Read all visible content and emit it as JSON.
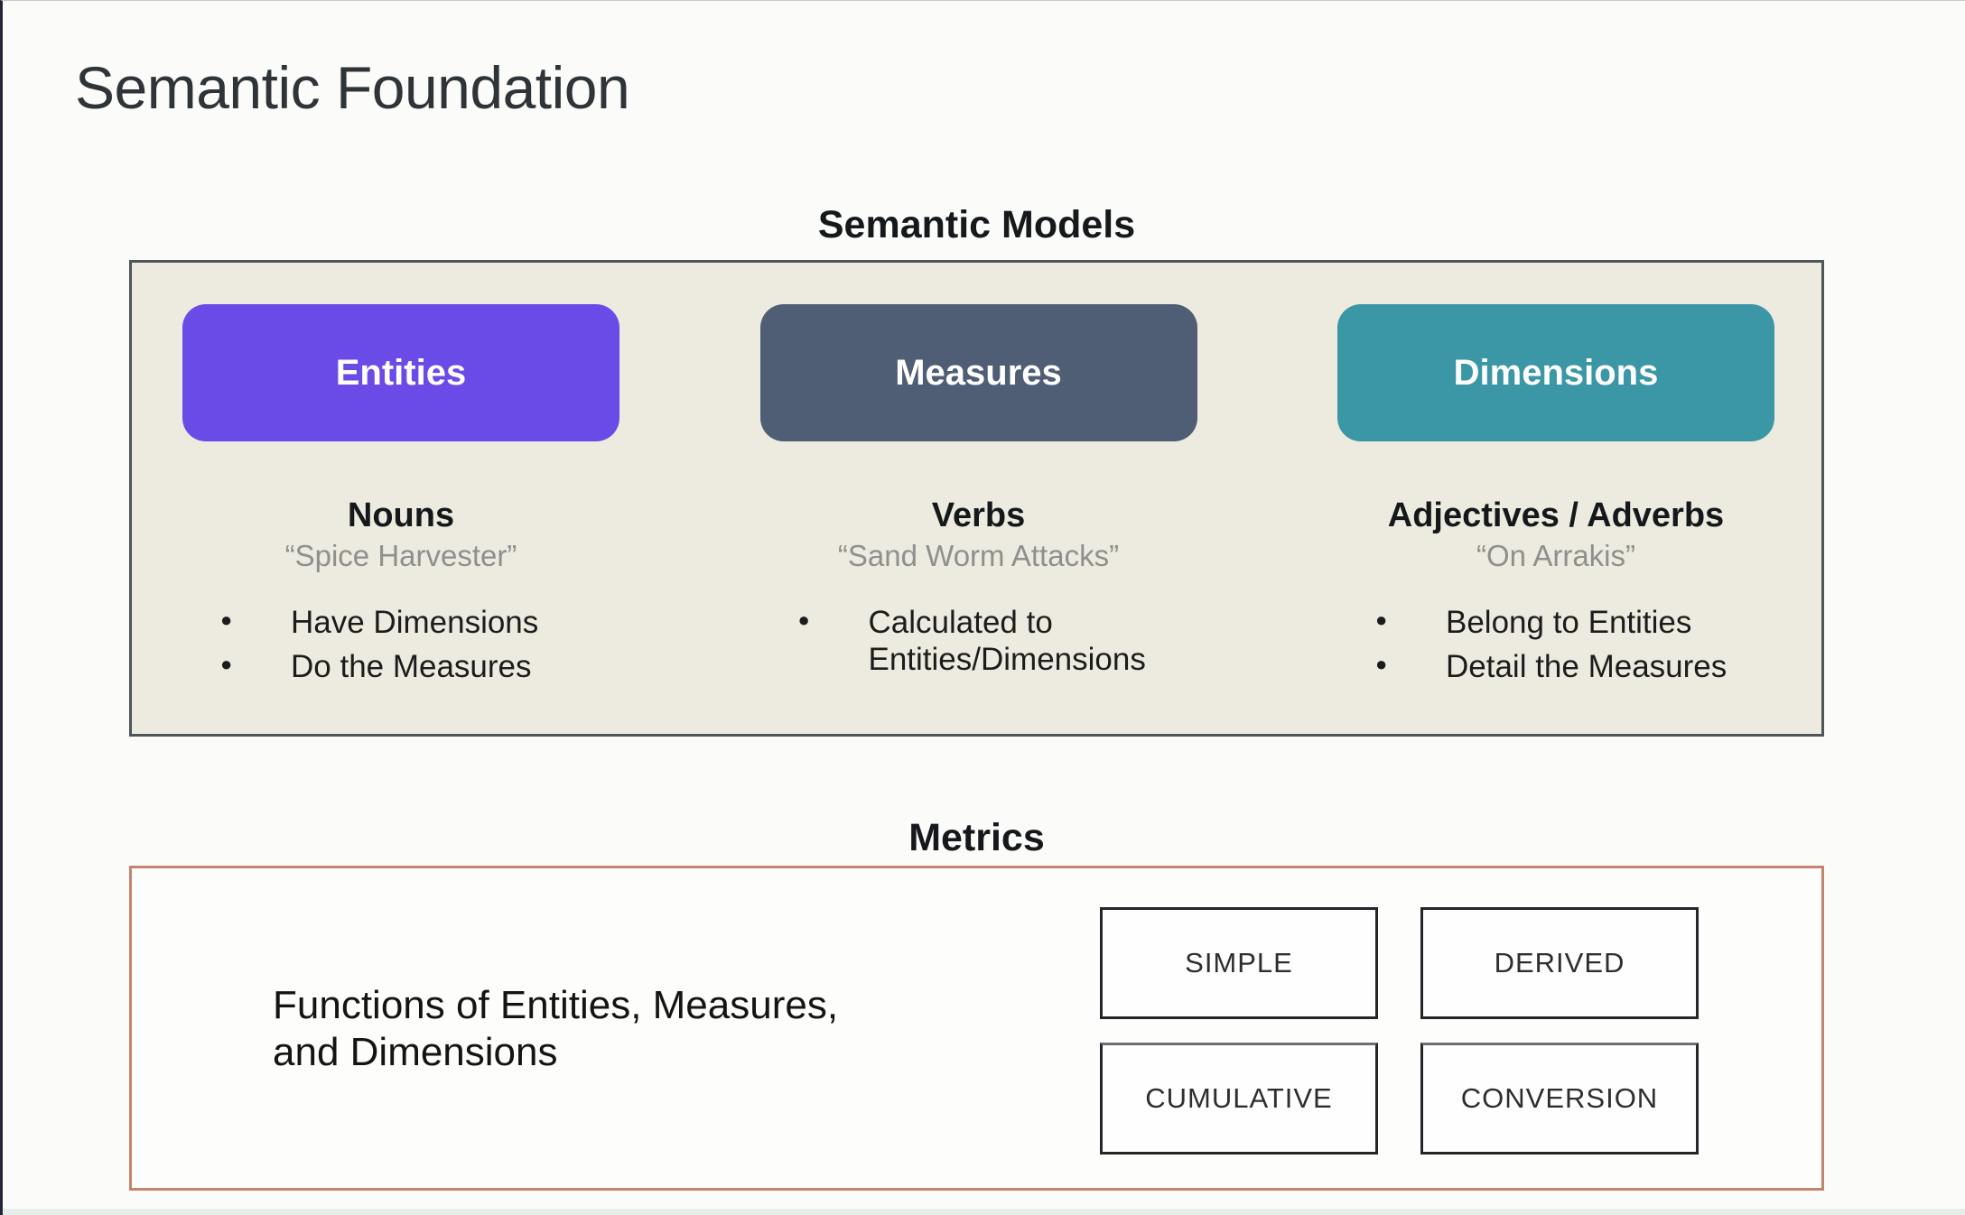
{
  "page": {
    "title": "Semantic Foundation"
  },
  "semantic_models": {
    "heading": "Semantic Models",
    "panel_bg_color": "#edebdf",
    "panel_border_color": "#50555a",
    "columns": [
      {
        "button": "Entities",
        "color": "#6a4be8",
        "role": "Nouns",
        "example": "“Spice Harvester”",
        "bullets": [
          "Have Dimensions",
          "Do the Measures"
        ]
      },
      {
        "button": "Measures",
        "color": "#4f5d75",
        "role": "Verbs",
        "example": "“Sand Worm Attacks”",
        "bullets": [
          "Calculated to Entities/Dimensions"
        ]
      },
      {
        "button": "Dimensions",
        "color": "#3b96a5",
        "role": "Adjectives / Adverbs",
        "example": "“On Arrakis”",
        "bullets": [
          "Belong to Entities",
          "Detail the Measures"
        ]
      }
    ]
  },
  "metrics": {
    "heading": "Metrics",
    "box_border_color": "#c5846e",
    "description_lines": [
      "Functions of Entities, Measures,",
      "and Dimensions"
    ],
    "types": [
      "SIMPLE",
      "DERIVED",
      "CUMULATIVE",
      "CONVERSION"
    ]
  }
}
